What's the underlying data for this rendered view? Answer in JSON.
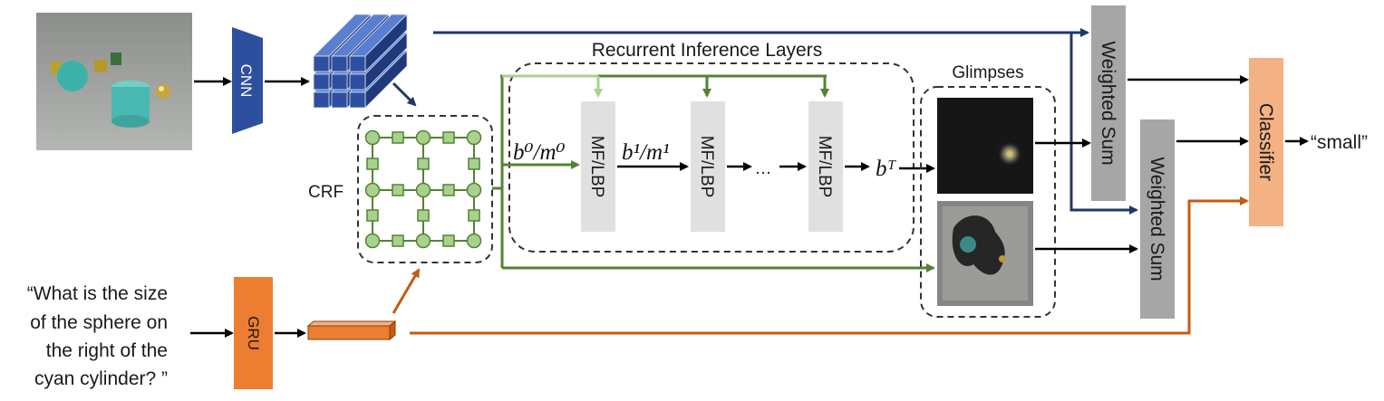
{
  "labels": {
    "cnn": "CNN",
    "gru": "GRU",
    "crf": "CRF",
    "recurrent_title": "Recurrent Inference Layers",
    "glimpses": "Glimpses",
    "mf_lbp": "MF/LBP",
    "b0m0": "b⁰/m⁰",
    "b1m1": "b¹/m¹",
    "ellipsis": "…",
    "bT": "bᵀ",
    "weighted_sum_1": "Weighted Sum",
    "weighted_sum_2": "Weighted Sum",
    "classifier": "Classifier",
    "answer": "“small”"
  },
  "question_lines": [
    "“What is the size",
    "of the sphere on",
    "the right of the",
    "cyan cylinder? ”"
  ],
  "colors": {
    "cnn_blue": "#2e4fa0",
    "arrow_navy": "#1f3864",
    "crf_green": "#548235",
    "node_green": "#a9d18e",
    "light_green": "#a9d18e",
    "gru_orange": "#ed7d31",
    "arrow_brown": "#c55a11",
    "weighted_gray": "#a6a6a6",
    "mf_gray": "#e0e0e0",
    "classifier_peach": "#f4b183"
  }
}
